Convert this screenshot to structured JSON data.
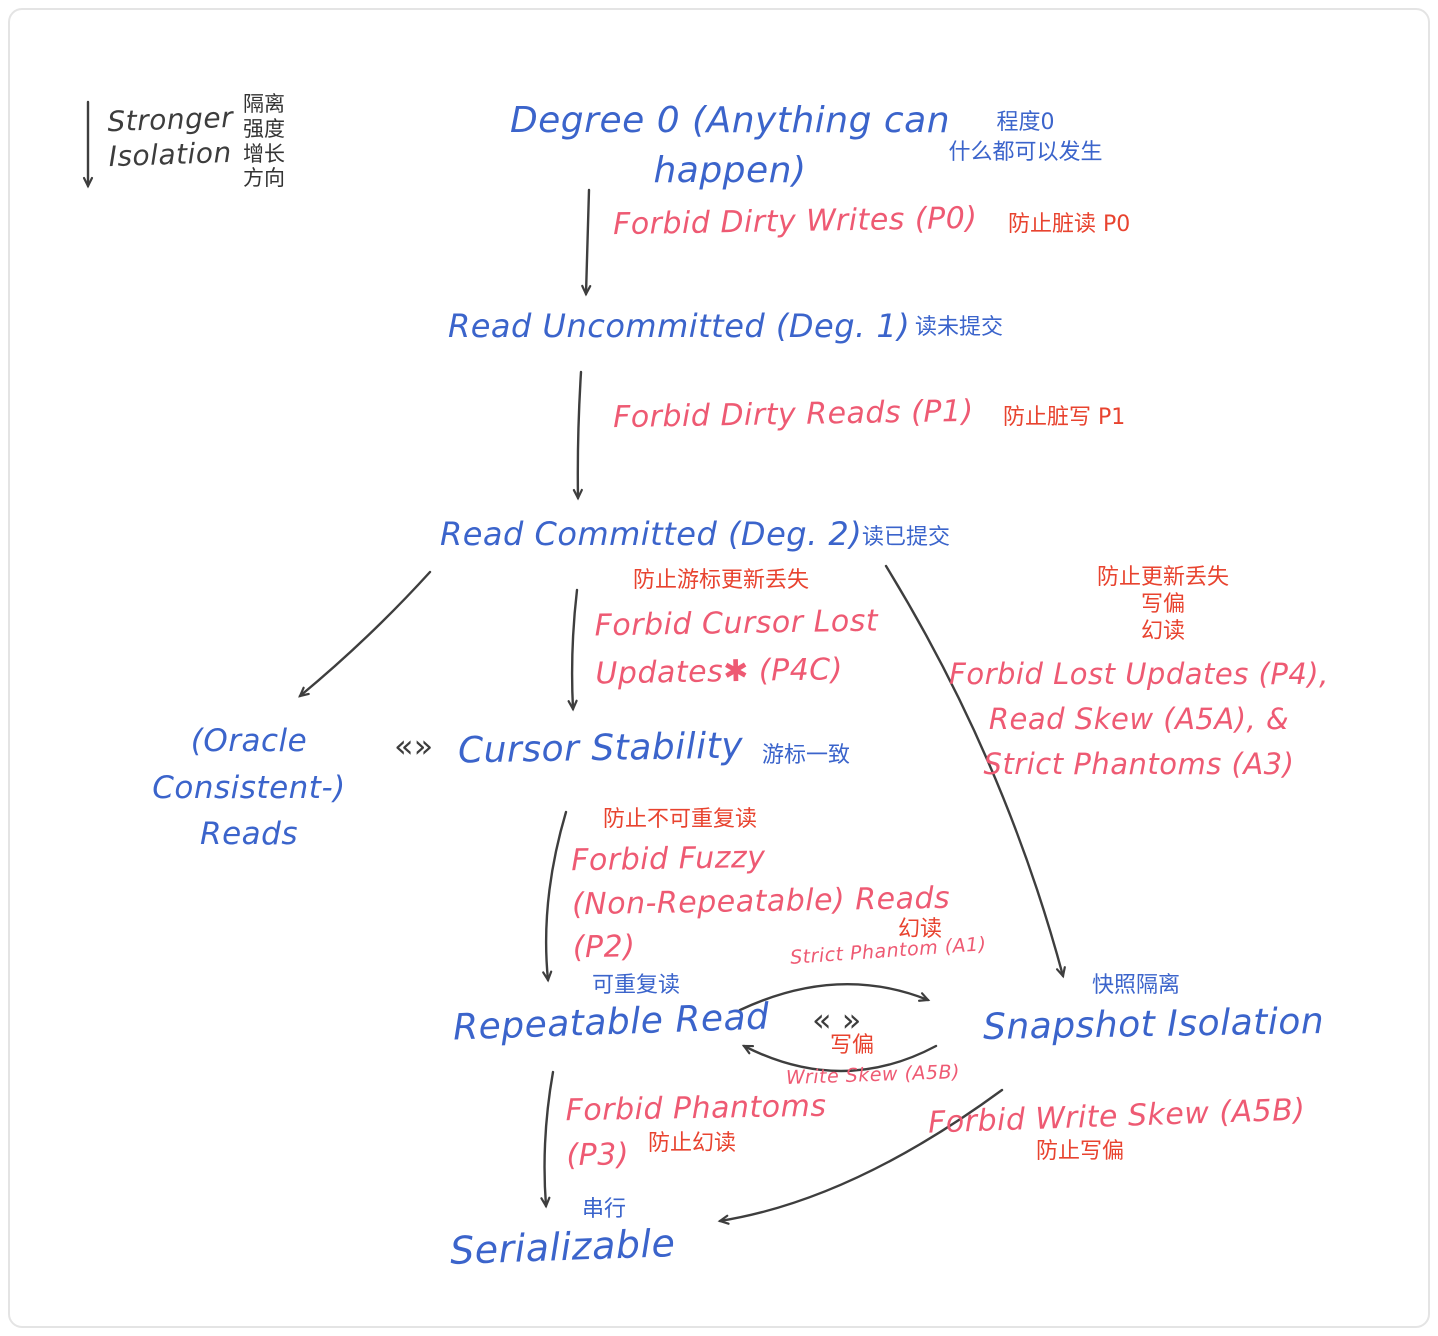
{
  "colors": {
    "blue": "#3b64cb",
    "pink": "#ee5a73",
    "red": "#e8432f",
    "ink": "#3d3d3d"
  },
  "labels": {
    "stronger_isolation": "Stronger\nIsolation",
    "isolation_direction_zh": "隔离\n强度\n增长\n方向",
    "degree0": "Degree 0 (Anything can\nhappen)",
    "degree0_zh": "程度0\n什么都可以发生",
    "forbid_dirty_writes": "Forbid Dirty Writes (P0)",
    "forbid_dirty_writes_zh": "防止脏读 P0",
    "read_uncommitted": "Read Uncommitted  (Deg. 1)",
    "read_uncommitted_zh": "读未提交",
    "forbid_dirty_reads": "Forbid Dirty Reads (P1)",
    "forbid_dirty_reads_zh": "防止脏写 P1",
    "read_committed": "Read Committed (Deg. 2)",
    "read_committed_zh": "读已提交",
    "forbid_cursor_lost_updates_zh": "防止游标更新丢失",
    "forbid_cursor_lost_updates": "Forbid Cursor Lost\nUpdates✱ (P4C)",
    "forbid_lost_updates_zh": "防止更新丢失\n写偏\n幻读",
    "forbid_lost_updates": "Forbid Lost Updates (P4),\nRead Skew (A5A), &\nStrict Phantoms (A3)",
    "oracle_consistent_reads": "(Oracle Consistent-)\nReads",
    "equivalence_left": "«»",
    "cursor_stability": "Cursor Stability",
    "cursor_stability_zh": "游标一致",
    "forbid_fuzzy_zh": "防止不可重复读",
    "forbid_fuzzy": "Forbid Fuzzy\n(Non-Repeatable) Reads\n(P2)",
    "repeatable_read_zh": "可重复读",
    "repeatable_read": "Repeatable Read",
    "strict_phantom_zh": "幻读",
    "strict_phantom": "Strict Phantom (A1)",
    "equivalence_mid": "« »",
    "write_skew_zh": "写偏",
    "write_skew": "Write Skew (A5B)",
    "snapshot_isolation_zh": "快照隔离",
    "snapshot_isolation": "Snapshot Isolation",
    "forbid_phantoms": "Forbid Phantoms\n(P3)",
    "forbid_phantoms_zh": "防止幻读",
    "forbid_write_skew": "Forbid Write Skew (A5B)",
    "forbid_write_skew_zh": "防止写偏",
    "serializable_zh": "串行",
    "serializable": "Serializable"
  }
}
